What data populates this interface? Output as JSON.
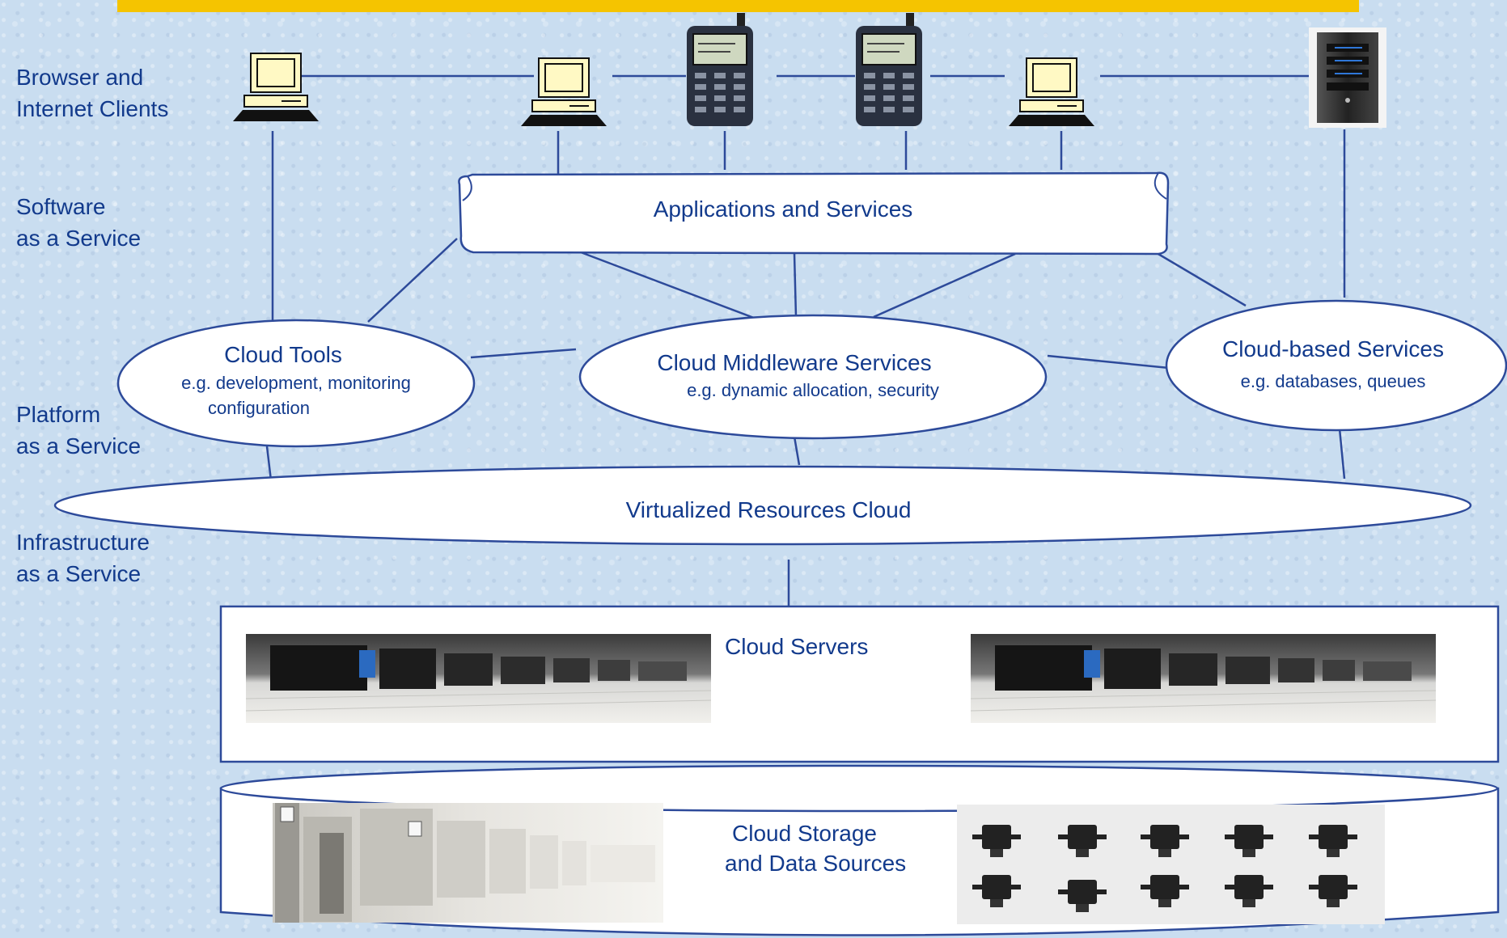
{
  "layers": [
    {
      "line1": "Browser and",
      "line2": "Internet Clients"
    },
    {
      "line1": "Software",
      "line2": "as a Service"
    },
    {
      "line1": "Platform",
      "line2": "as a Service"
    },
    {
      "line1": "Infrastructure",
      "line2": "as a Service"
    }
  ],
  "applications": {
    "label": "Applications and Services"
  },
  "cloud_tools": {
    "title": "Cloud Tools",
    "line1": "e.g. development, monitoring",
    "line2": "configuration"
  },
  "middleware": {
    "title": "Cloud Middleware Services",
    "line1": "e.g. dynamic allocation, security"
  },
  "cloud_based": {
    "title": "Cloud-based Services",
    "line1": "e.g. databases, queues"
  },
  "virtualized": {
    "label": "Virtualized Resources  Cloud"
  },
  "servers": {
    "label": "Cloud Servers"
  },
  "storage": {
    "line1": "Cloud Storage",
    "line2": "and Data Sources"
  },
  "colors": {
    "accent_bar": "#f5c400",
    "line": "#2d4a9a",
    "text": "#123a8c"
  }
}
